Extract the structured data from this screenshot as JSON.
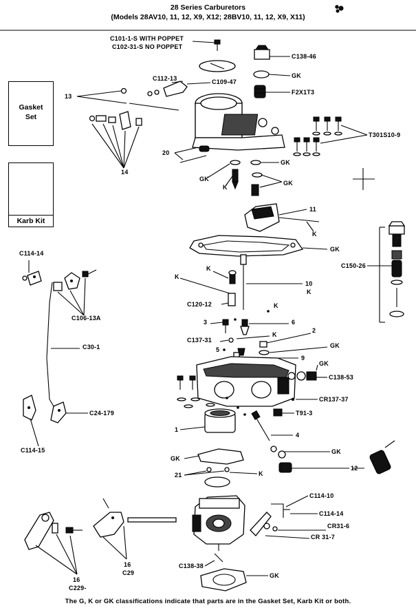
{
  "header": {
    "title": "28 Series Carburetors",
    "subtitle": "(Models 28AV10, 11, 12, X9, X12; 28BV10, 11, 12, X9, X11)"
  },
  "side_boxes": {
    "gasket_set": "Gasket Set",
    "karb_kit": "Karb Kit"
  },
  "labels": {
    "c101": "C101-1-S WITH POPPET",
    "c102": "C102-31-S NO POPPET",
    "c138_46": "C138-46",
    "gk_top": "GK",
    "f2x1t3": "F2X1T3",
    "c112_13": "C112-13",
    "c109_47": "C109-47",
    "n13": "13",
    "t301s10": "T301S10-9",
    "n20": "20",
    "gk_20": "GK",
    "n14": "14",
    "gk_left": "GK",
    "gk_k": "GK",
    "k_a": "K",
    "n11": "11",
    "k_b": "K",
    "gk_gasket": "GK",
    "c114_14_top": "C114-14",
    "c150_26": "C150-26",
    "k_c": "K",
    "k_d": "K",
    "n10": "10",
    "k_e": "K",
    "c120_12": "C120-12",
    "k_f": "K",
    "c106_13a": "C106-13A",
    "n3": "3",
    "n6": "6",
    "n2": "2",
    "k_g": "K",
    "c137_31": "C137-31",
    "gk_mid": "GK",
    "n5": "5",
    "n9": "9",
    "gk_r": "GK",
    "c30_1": "C30-1",
    "c138_53": "C138-53",
    "cr137_37": "CR137-37",
    "t91_3": "T91-3",
    "c24_179": "C24-179",
    "n1": "1",
    "n4": "4",
    "gk_low": "GK",
    "c114_15": "C114-15",
    "gk_left_low": "GK",
    "n12": "12",
    "n21": "21",
    "k_h": "K",
    "c114_10": "C114-10",
    "c114_14_bot": "C114-14",
    "cr31_6": "CR31-6",
    "cr31_7": "CR 31-7",
    "c138_38": "C138-38",
    "gk_bot": "GK",
    "n16a": "16",
    "n16b": "16",
    "c29": "C29",
    "c229": "C229-"
  },
  "footer": "The G, K or GK classifications indicate that parts are in the Gasket Set, Karb Kit or both."
}
